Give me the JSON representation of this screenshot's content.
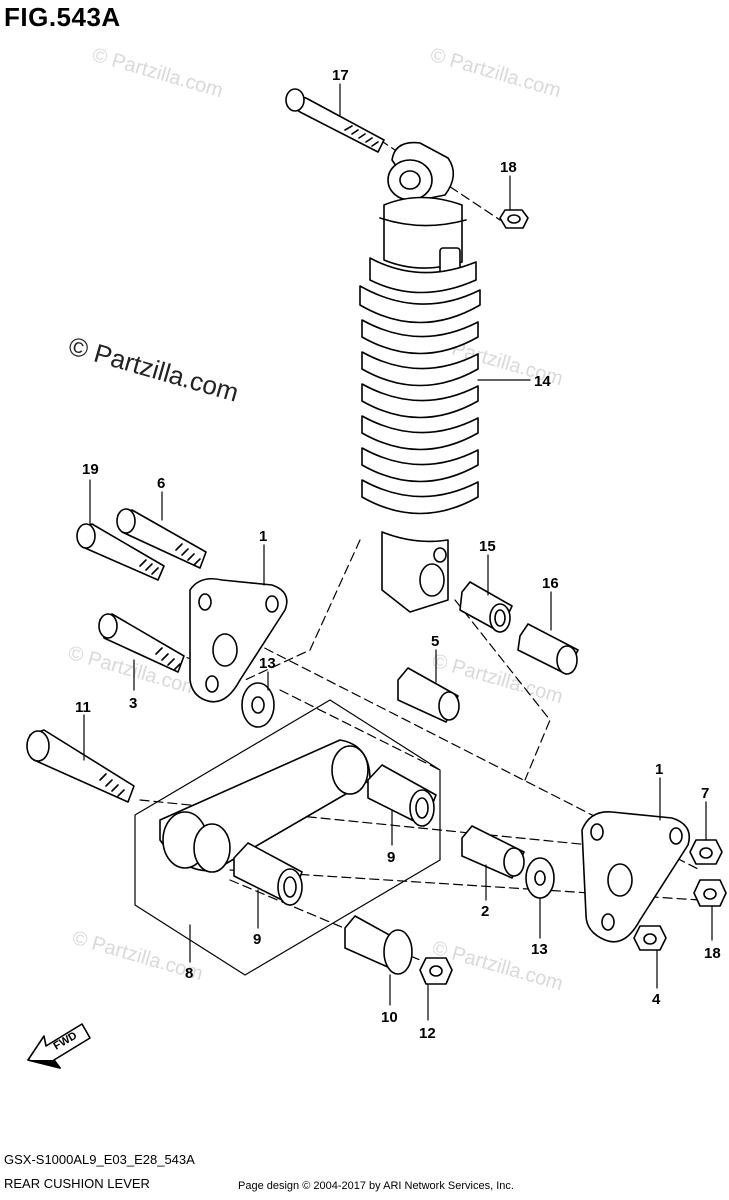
{
  "figure": {
    "title": "FIG.543A",
    "model_code": "GSX-S1000AL9_E03_E28_543A",
    "name": "REAR CUSHION LEVER",
    "credit": "Page design © 2004-2017 by ARI Network Services, Inc."
  },
  "watermark": {
    "main": "© Partzilla.com",
    "faint": "© Partzilla.com"
  },
  "fwd_label": "FWD",
  "callouts": [
    {
      "id": "c17",
      "label": "17"
    },
    {
      "id": "c18a",
      "label": "18"
    },
    {
      "id": "c14",
      "label": "14"
    },
    {
      "id": "c19",
      "label": "19"
    },
    {
      "id": "c6",
      "label": "6"
    },
    {
      "id": "c1a",
      "label": "1"
    },
    {
      "id": "c15",
      "label": "15"
    },
    {
      "id": "c16",
      "label": "16"
    },
    {
      "id": "c5",
      "label": "5"
    },
    {
      "id": "c13a",
      "label": "13"
    },
    {
      "id": "c3",
      "label": "3"
    },
    {
      "id": "c11",
      "label": "11"
    },
    {
      "id": "c1b",
      "label": "1"
    },
    {
      "id": "c7",
      "label": "7"
    },
    {
      "id": "c9a",
      "label": "9"
    },
    {
      "id": "c9b",
      "label": "9"
    },
    {
      "id": "c2",
      "label": "2"
    },
    {
      "id": "c13b",
      "label": "13"
    },
    {
      "id": "c18b",
      "label": "18"
    },
    {
      "id": "c8",
      "label": "8"
    },
    {
      "id": "c4",
      "label": "4"
    },
    {
      "id": "c10",
      "label": "10"
    },
    {
      "id": "c12",
      "label": "12"
    }
  ],
  "colors": {
    "line": "#000000",
    "watermark": "#d9d9d9",
    "background": "#ffffff"
  }
}
